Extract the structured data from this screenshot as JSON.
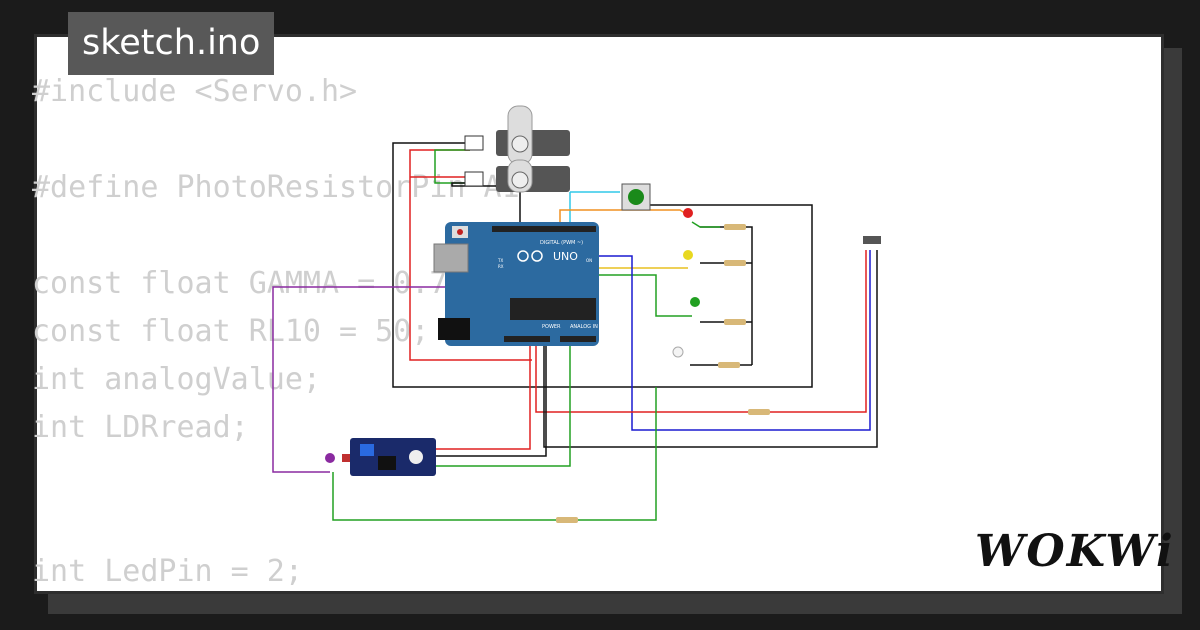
{
  "header": {
    "file_tab": "sketch.ino"
  },
  "code": {
    "lines": [
      "#include <Servo.h>",
      "",
      "#define PhotoResistorPin A1",
      "",
      "const float GAMMA = 0.7;",
      "const float RL10 = 50;",
      "int analogValue;",
      "int LDRread;",
      "",
      "",
      "int LedPin = 2;"
    ]
  },
  "board": {
    "brand_label": "UNO",
    "digital_label": "DIGITAL (PWM ~)",
    "power_label": "POWER",
    "analog_label": "ANALOG IN",
    "tx_label": "TX",
    "rx_label": "RX",
    "on_label": "ON"
  },
  "branding": {
    "logo": "WOKWi"
  },
  "colors": {
    "board": "#2c6aa0",
    "wire_red": "#e02020",
    "wire_green": "#22a022",
    "wire_black": "#111111",
    "wire_blue": "#1a1ad0",
    "wire_purple": "#8a2aa0",
    "wire_yellow": "#e8c020",
    "wire_orange": "#f09020",
    "wire_cyan": "#30c8e8"
  }
}
